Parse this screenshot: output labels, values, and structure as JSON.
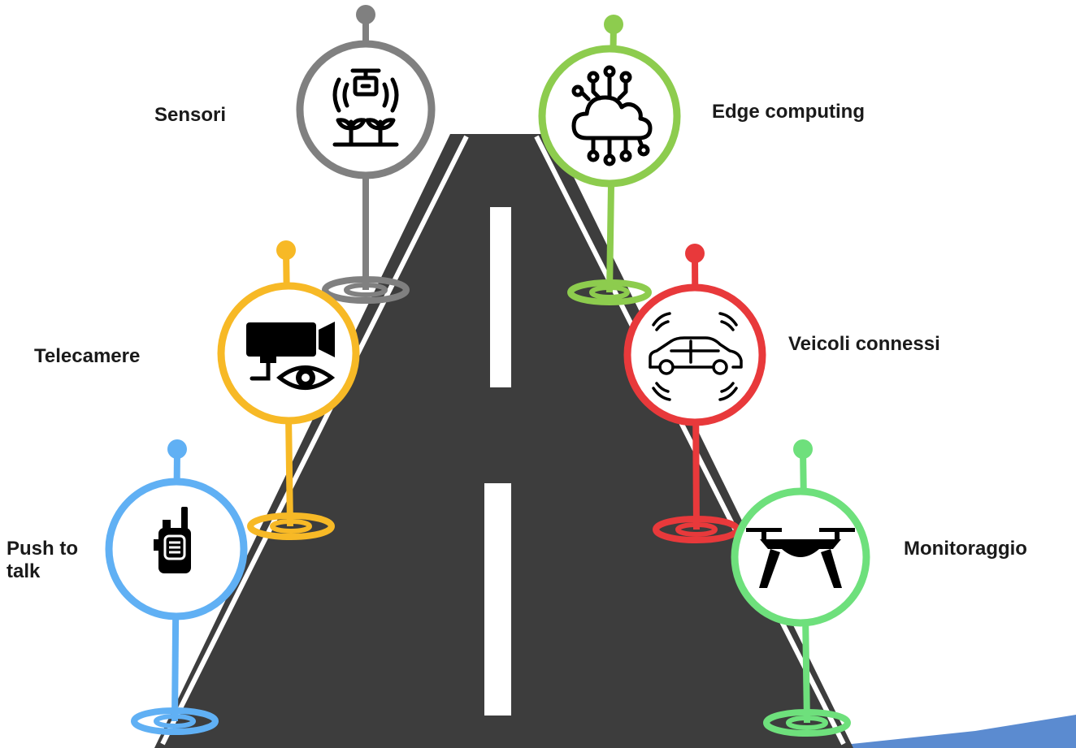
{
  "colors": {
    "road": "#3d3d3d",
    "road_edge_line": "#ffffff",
    "lane_marking": "#ffffff",
    "accent_corner": "#5b8bd0"
  },
  "pins": [
    {
      "id": "sensori",
      "label": "Sensori",
      "color": "#808080",
      "icon": "plant-sensor-icon"
    },
    {
      "id": "edge",
      "label": "Edge computing",
      "color": "#8dcc4e",
      "icon": "cloud-network-icon"
    },
    {
      "id": "telecamere",
      "label": "Telecamere",
      "color": "#f7b926",
      "icon": "security-camera-icon"
    },
    {
      "id": "veicoli",
      "label": "Veicoli connessi",
      "color": "#e8393b",
      "icon": "connected-car-icon"
    },
    {
      "id": "ptt",
      "label_lines": [
        "Push to",
        "talk"
      ],
      "color": "#60b0f4",
      "icon": "walkie-talkie-icon"
    },
    {
      "id": "monitoraggio",
      "label": "Monitoraggio",
      "color": "#6ee07c",
      "icon": "drone-icon"
    }
  ]
}
